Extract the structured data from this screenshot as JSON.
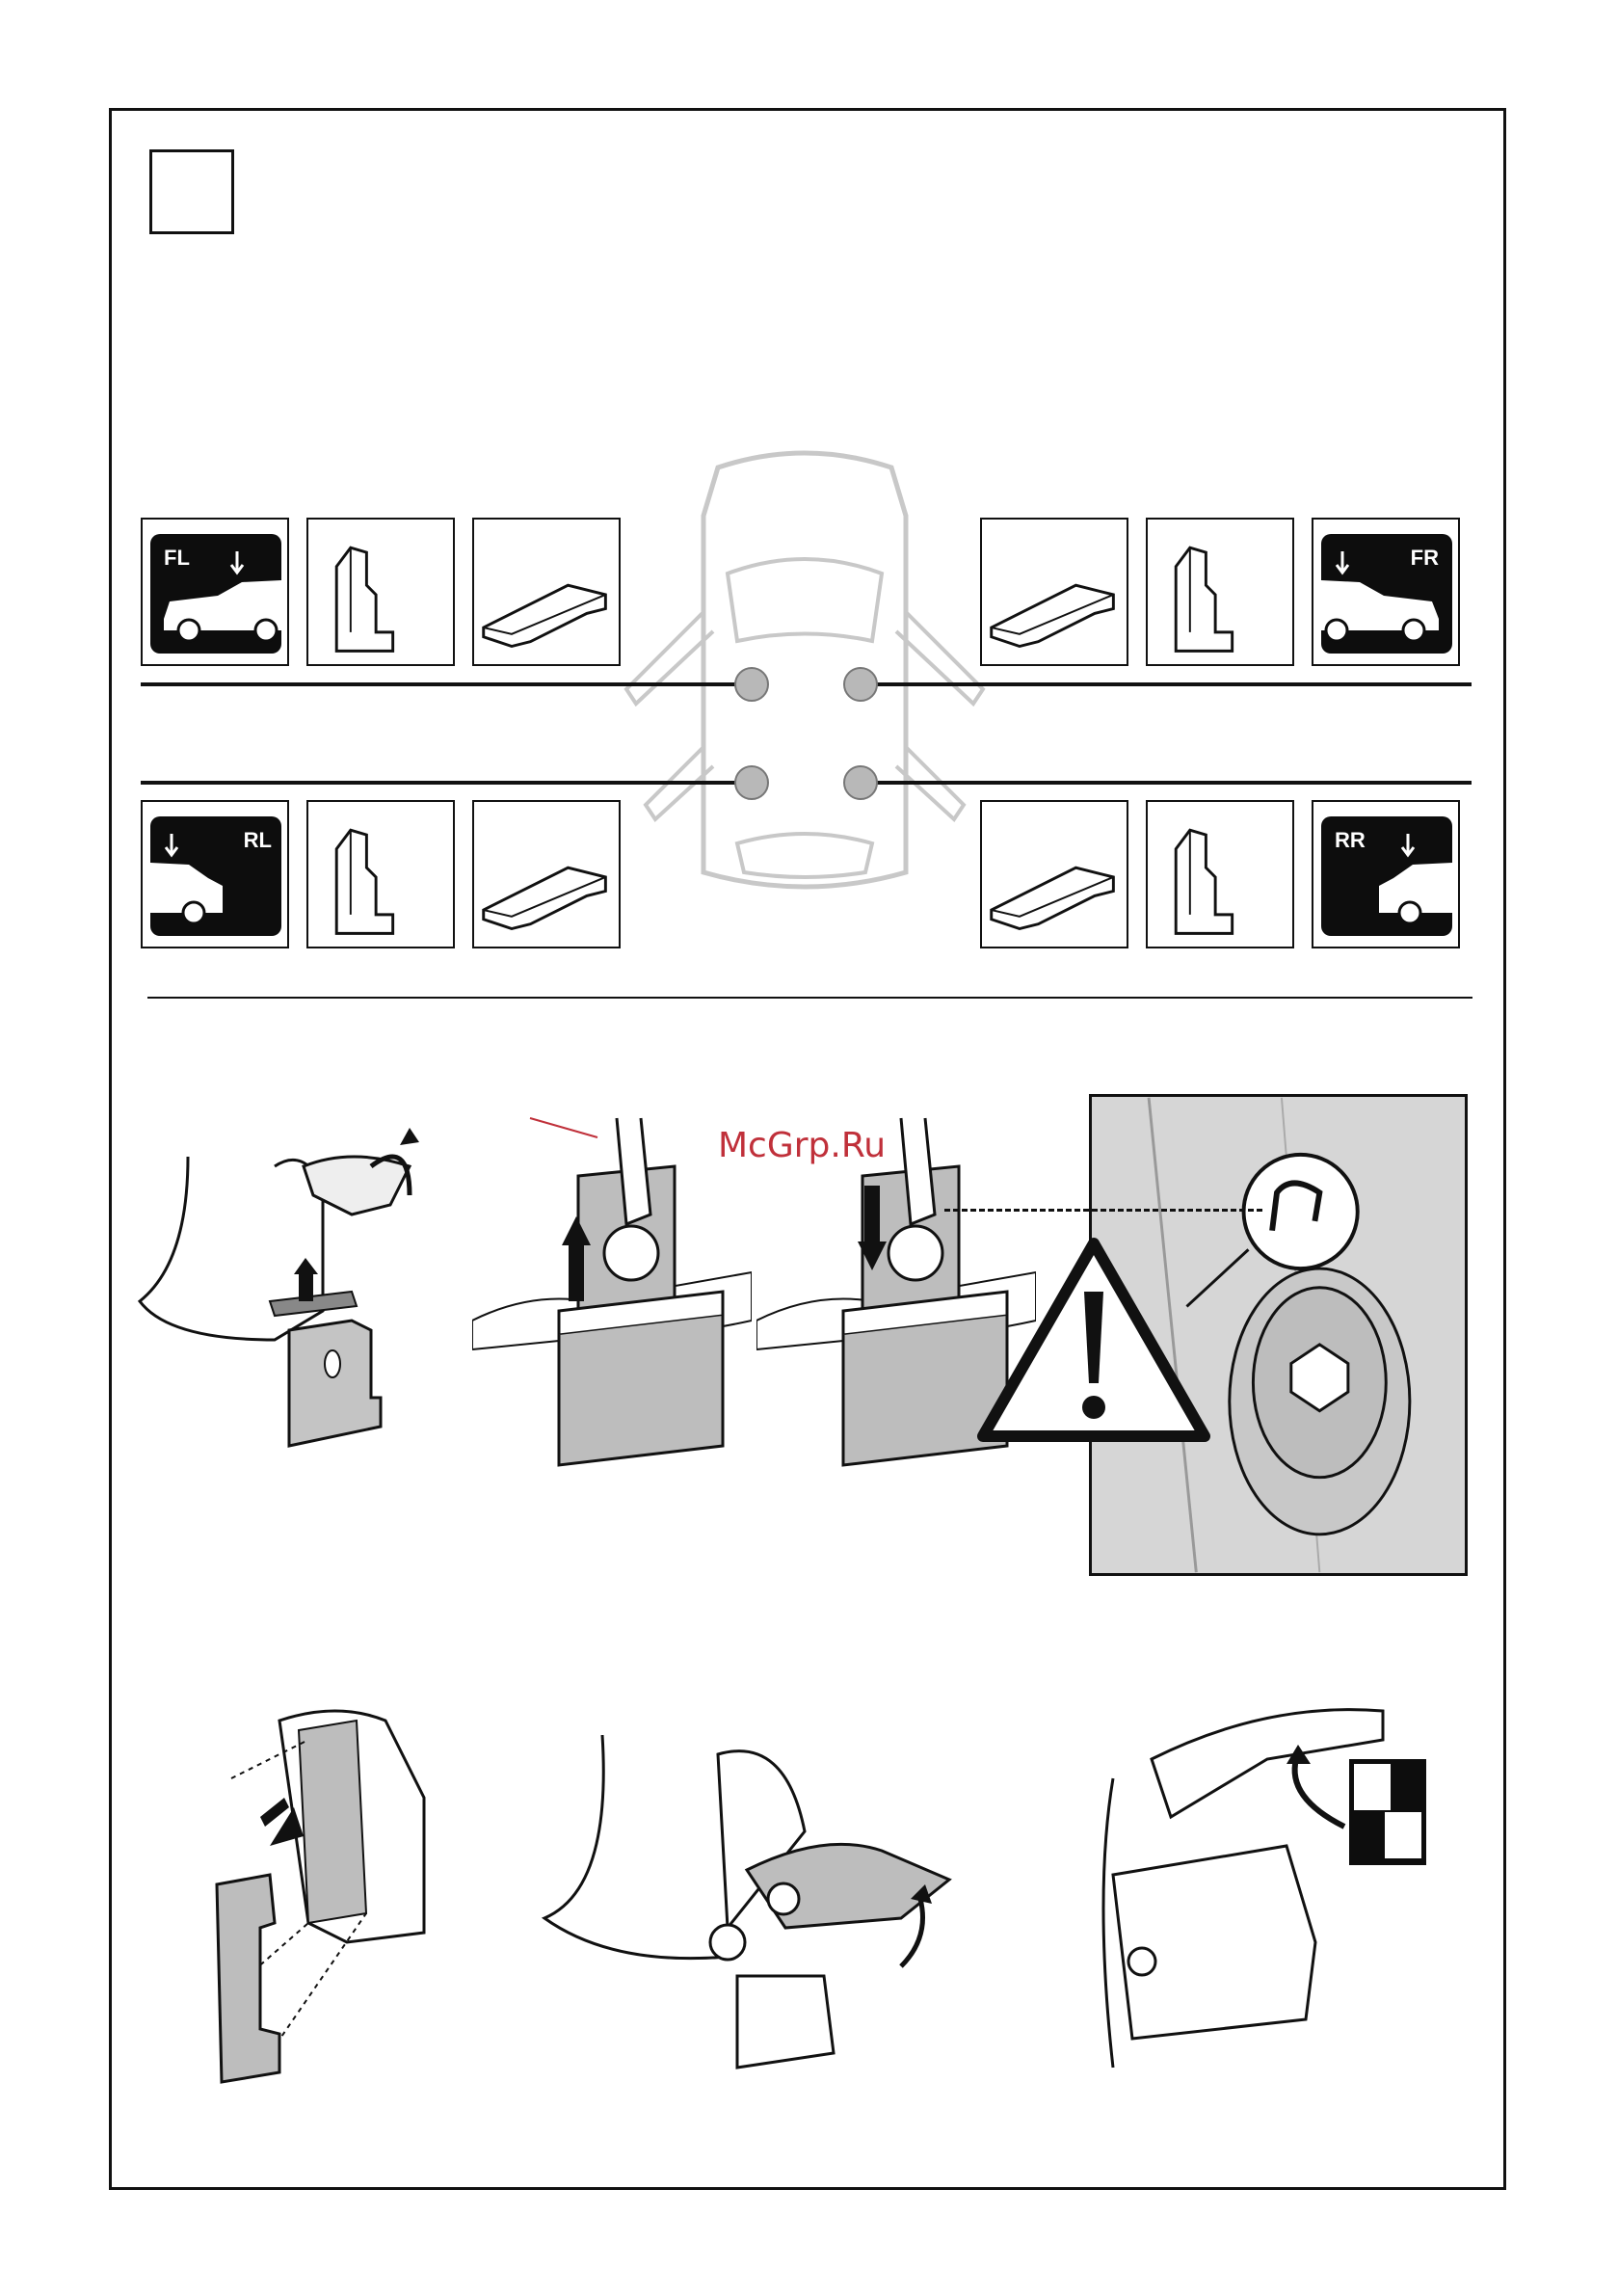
{
  "page": {
    "watermark": "McGrp.Ru"
  },
  "positions": {
    "fl": "FL",
    "fr": "FR",
    "rl": "RL",
    "rr": "RR"
  },
  "icons": [
    "car-front-left-icon",
    "car-front-right-icon",
    "car-rear-left-icon",
    "car-rear-right-icon",
    "foot-bracket-icon",
    "rubber-pad-icon",
    "warning-triangle-icon",
    "arrow-up-icon",
    "arrow-down-icon"
  ],
  "colors": {
    "line": "#111111",
    "mount_dot": "#b8b8b8",
    "part_fill": "#bdbdbd",
    "watermark": "#c0303a"
  }
}
